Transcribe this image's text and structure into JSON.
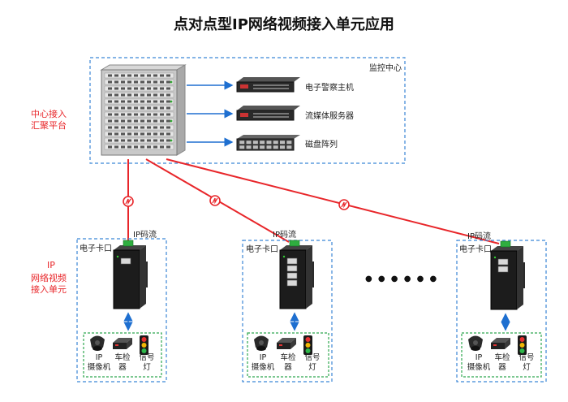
{
  "title": "点对点型IP网络视频接入单元应用",
  "monitoring_center": {
    "label": "监控中心",
    "platform_label_line1": "中心接入",
    "platform_label_line2": "汇聚平台",
    "devices": [
      {
        "label": "电子警察主机",
        "icon": "rack-server-icon"
      },
      {
        "label": "流媒体服务器",
        "icon": "rack-server-icon"
      },
      {
        "label": "磁盘阵列",
        "icon": "disk-array-icon"
      }
    ]
  },
  "ip_unit_label_line1": "IP",
  "ip_unit_label_line2": "网络视频",
  "ip_unit_label_line3": "接入单元",
  "ellipsis": "● ● ● ● ● ●",
  "sites": [
    {
      "stream_label": "IP码流",
      "site_label": "电子卡口",
      "ports": 1,
      "cam_line1": "IP",
      "cam_line2": "摄像机",
      "det_line1": "车检",
      "det_line2": "器",
      "sig_line1": "信号",
      "sig_line2": "灯"
    },
    {
      "stream_label": "IP码流",
      "site_label": "电子卡口",
      "ports": 4,
      "cam_line1": "IP",
      "cam_line2": "摄像机",
      "det_line1": "车检",
      "det_line2": "器",
      "sig_line1": "信号",
      "sig_line2": "灯"
    },
    {
      "stream_label": "IP码流",
      "site_label": "电子卡口",
      "ports": 2,
      "cam_line1": "IP",
      "cam_line2": "摄像机",
      "det_line1": "车检",
      "det_line2": "器",
      "sig_line1": "信号",
      "sig_line2": "灯"
    }
  ],
  "colors": {
    "link_red": "#e8262a",
    "arrow_blue": "#1e6fd0",
    "center_border": "#3b86d6",
    "field_border": "#2fa84f"
  }
}
